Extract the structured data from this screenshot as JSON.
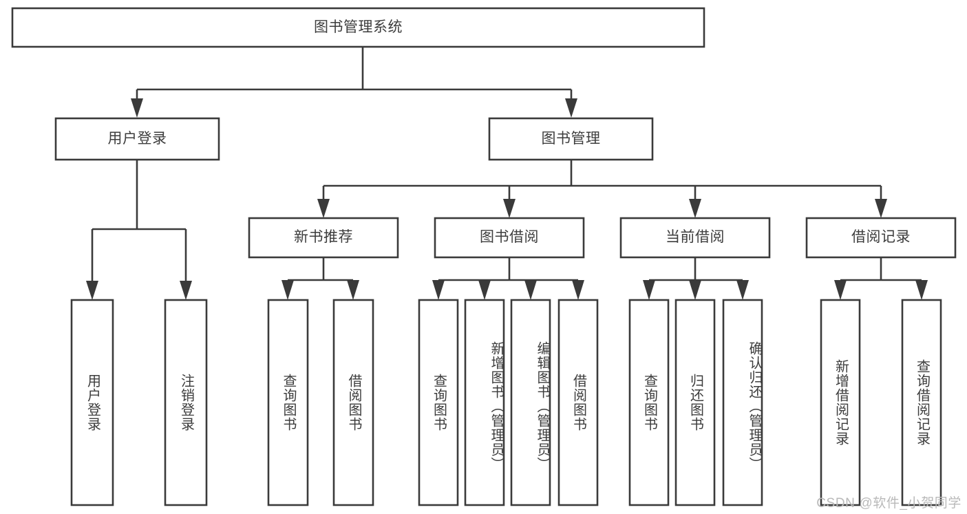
{
  "diagram": {
    "type": "tree-hierarchy-chart",
    "title": "图书管理系统",
    "watermark": "CSDN @软件_小贺同学",
    "colors": {
      "stroke": "#3a3a3a",
      "box_fill": "#ffffff",
      "text": "#3c3c3c",
      "background": "#ffffff",
      "watermark": "#b9b9b9"
    },
    "levels": {
      "root": {
        "label": "图书管理系统"
      },
      "level2": [
        {
          "label": "用户登录"
        },
        {
          "label": "图书管理"
        }
      ],
      "level3": [
        {
          "label": "新书推荐"
        },
        {
          "label": "图书借阅"
        },
        {
          "label": "当前借阅"
        },
        {
          "label": "借阅记录"
        }
      ],
      "leaves": {
        "user_login": [
          {
            "label": "用户登录"
          },
          {
            "label": "注销登录"
          }
        ],
        "new_book_recommend": [
          {
            "label": "查询图书"
          },
          {
            "label": "借阅图书"
          }
        ],
        "book_borrow": [
          {
            "label": "查询图书"
          },
          {
            "label": "新增图书（管理员）"
          },
          {
            "label": "编辑图书（管理员）"
          },
          {
            "label": "借阅图书"
          }
        ],
        "current_borrow": [
          {
            "label": "查询图书"
          },
          {
            "label": "归还图书"
          },
          {
            "label": "确认归还（管理员）"
          }
        ],
        "borrow_record": [
          {
            "label": "新增借阅记录"
          },
          {
            "label": "查询借阅记录"
          }
        ]
      }
    }
  }
}
